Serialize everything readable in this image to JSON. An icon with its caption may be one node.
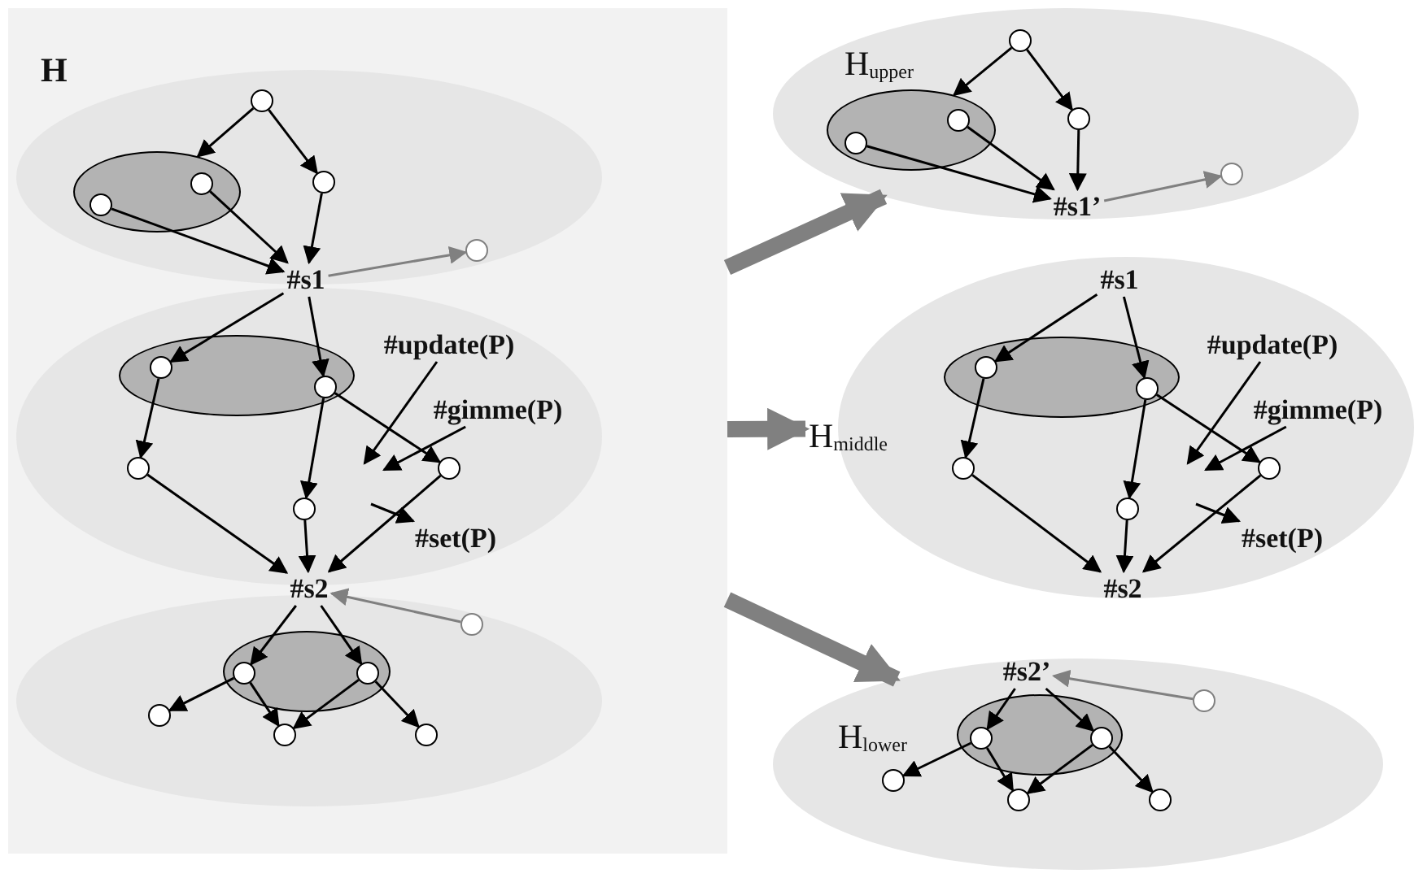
{
  "diagram": {
    "nodes": [
      {
        "text": [
          "H"
        ]
      },
      {
        "text": [],
        "shape": "ellipse",
        "in": 0
      },
      {
        "text": [],
        "shape": "circle",
        "in": 1
      },
      {
        "text": [],
        "shape": "ellipse",
        "in": 1
      },
      {
        "text": [],
        "shape": "circle",
        "in": 3
      },
      {
        "text": [],
        "shape": "circle",
        "in": 3
      },
      {
        "text": [],
        "shape": "circle",
        "in": 1
      },
      {
        "text": [
          "#s1"
        ],
        "in": 0
      },
      {
        "text": [],
        "shape": "circle",
        "in": 1
      },
      {
        "text": [],
        "shape": "ellipse",
        "in": 0
      },
      {
        "text": [],
        "shape": "ellipse",
        "in": 9
      },
      {
        "text": [],
        "shape": "circle",
        "in": 10
      },
      {
        "text": [],
        "shape": "circle",
        "in": 10
      },
      {
        "text": [
          "#update(P)"
        ],
        "in": 9
      },
      {
        "text": [
          "#gimme(P)"
        ],
        "in": 9
      },
      {
        "text": [],
        "shape": "circle",
        "in": 9
      },
      {
        "text": [],
        "shape": "circle",
        "in": 9
      },
      {
        "text": [],
        "shape": "circle",
        "in": 9
      },
      {
        "text": [
          "#set(P)"
        ],
        "in": 9
      },
      {
        "text": [
          "#s2"
        ],
        "in": 0
      },
      {
        "text": [],
        "shape": "ellipse",
        "in": 0
      },
      {
        "text": [],
        "shape": "circle",
        "in": 20
      },
      {
        "text": [],
        "shape": "ellipse",
        "in": 20
      },
      {
        "text": [],
        "shape": "circle",
        "in": 22
      },
      {
        "text": [],
        "shape": "circle",
        "in": 22
      },
      {
        "text": [],
        "shape": "circle",
        "in": 20
      },
      {
        "text": [],
        "shape": "circle",
        "in": 20
      },
      {
        "text": [],
        "shape": "circle",
        "in": 20
      },
      {
        "text": [
          "H$_{upper}$"
        ]
      },
      {
        "text": [],
        "shape": "circle",
        "in": 28
      },
      {
        "text": [],
        "shape": "ellipse",
        "in": 28
      },
      {
        "text": [],
        "shape": "circle",
        "in": 30
      },
      {
        "text": [],
        "shape": "circle",
        "in": 30
      },
      {
        "text": [],
        "shape": "circle",
        "in": 28
      },
      {
        "text": [
          "#s1’"
        ],
        "in": 28
      },
      {
        "text": [],
        "shape": "circle",
        "in": 28
      },
      {
        "text": [
          "H$_{middle}$"
        ]
      },
      {
        "text": [
          "#s1"
        ],
        "in": 36
      },
      {
        "text": [],
        "shape": "ellipse",
        "in": 36
      },
      {
        "text": [],
        "shape": "circle",
        "in": 38
      },
      {
        "text": [],
        "shape": "circle",
        "in": 38
      },
      {
        "text": [
          "#update(P)"
        ],
        "in": 36
      },
      {
        "text": [
          "#gimme(P)"
        ],
        "in": 36
      },
      {
        "text": [],
        "shape": "circle",
        "in": 36
      },
      {
        "text": [],
        "shape": "circle",
        "in": 36
      },
      {
        "text": [],
        "shape": "circle",
        "in": 36
      },
      {
        "text": [
          "#set(P)"
        ],
        "in": 36
      },
      {
        "text": [
          "#s2"
        ],
        "in": 36
      },
      {
        "text": [
          "H$_{lower}$"
        ]
      },
      {
        "text": [
          "#s2’"
        ],
        "in": 48
      },
      {
        "text": [],
        "shape": "circle",
        "in": 48
      },
      {
        "text": [],
        "shape": "ellipse",
        "in": 48
      },
      {
        "text": [],
        "shape": "circle",
        "in": 51
      },
      {
        "text": [],
        "shape": "circle",
        "in": 51
      },
      {
        "text": [],
        "shape": "circle",
        "in": 48
      },
      {
        "text": [],
        "shape": "circle",
        "in": 48
      },
      {
        "text": [],
        "shape": "circle",
        "in": 48
      }
    ],
    "edges": [
      {
        "from": 2,
        "to": 3,
        "arrow": "to"
      },
      {
        "from": 2,
        "to": 6,
        "arrow": "to"
      },
      {
        "from": 4,
        "to": 7,
        "arrow": "to"
      },
      {
        "from": 5,
        "to": 7,
        "arrow": "to"
      },
      {
        "from": 6,
        "to": 7,
        "arrow": "to"
      },
      {
        "from": 7,
        "to": 8,
        "arrow": "to",
        "color": "#808080"
      },
      {
        "from": 7,
        "to": 11,
        "arrow": "to"
      },
      {
        "from": 7,
        "to": 12,
        "arrow": "to"
      },
      {
        "from": 11,
        "to": 15,
        "arrow": "to"
      },
      {
        "from": 12,
        "to": 16,
        "arrow": "to"
      },
      {
        "from": 12,
        "to": 17,
        "arrow": "to"
      },
      {
        "from": 13,
        "to": null,
        "arrow": "to"
      },
      {
        "from": 14,
        "to": null,
        "arrow": "to"
      },
      {
        "from": null,
        "to": 18,
        "arrow": "to"
      },
      {
        "from": 15,
        "to": 19,
        "arrow": "to"
      },
      {
        "from": 16,
        "to": 19,
        "arrow": "to"
      },
      {
        "from": 17,
        "to": 19,
        "arrow": "to"
      },
      {
        "from": 21,
        "to": 19,
        "arrow": "to",
        "color": "#808080"
      },
      {
        "from": 19,
        "to": 23,
        "arrow": "to"
      },
      {
        "from": 19,
        "to": 24,
        "arrow": "to"
      },
      {
        "from": 23,
        "to": 25,
        "arrow": "to"
      },
      {
        "from": 23,
        "to": 26,
        "arrow": "to"
      },
      {
        "from": 24,
        "to": 26,
        "arrow": "to"
      },
      {
        "from": 24,
        "to": 27,
        "arrow": "to"
      },
      {
        "from": 0,
        "to": 28,
        "arrow": "to",
        "style": "thick",
        "color": "#808080"
      },
      {
        "from": 0,
        "to": 36,
        "arrow": "to",
        "style": "thick",
        "color": "#808080"
      },
      {
        "from": 0,
        "to": 48,
        "arrow": "to",
        "style": "thick",
        "color": "#808080"
      },
      {
        "from": 29,
        "to": 30,
        "arrow": "to"
      },
      {
        "from": 29,
        "to": 33,
        "arrow": "to"
      },
      {
        "from": 31,
        "to": 34,
        "arrow": "to"
      },
      {
        "from": 32,
        "to": 34,
        "arrow": "to"
      },
      {
        "from": 33,
        "to": 34,
        "arrow": "to"
      },
      {
        "from": 34,
        "to": 35,
        "arrow": "to",
        "color": "#808080"
      },
      {
        "from": 37,
        "to": 39,
        "arrow": "to"
      },
      {
        "from": 37,
        "to": 40,
        "arrow": "to"
      },
      {
        "from": 39,
        "to": 43,
        "arrow": "to"
      },
      {
        "from": 40,
        "to": 44,
        "arrow": "to"
      },
      {
        "from": 40,
        "to": 45,
        "arrow": "to"
      },
      {
        "from": 41,
        "to": null,
        "arrow": "to"
      },
      {
        "from": 42,
        "to": null,
        "arrow": "to"
      },
      {
        "from": null,
        "to": 46,
        "arrow": "to"
      },
      {
        "from": 43,
        "to": 47,
        "arrow": "to"
      },
      {
        "from": 44,
        "to": 47,
        "arrow": "to"
      },
      {
        "from": 45,
        "to": 47,
        "arrow": "to"
      },
      {
        "from": 50,
        "to": 49,
        "arrow": "to",
        "color": "#808080"
      },
      {
        "from": 49,
        "to": 52,
        "arrow": "to"
      },
      {
        "from": 49,
        "to": 53,
        "arrow": "to"
      },
      {
        "from": 52,
        "to": 54,
        "arrow": "to"
      },
      {
        "from": 52,
        "to": 55,
        "arrow": "to"
      },
      {
        "from": 53,
        "to": 55,
        "arrow": "to"
      },
      {
        "from": 53,
        "to": 56,
        "arrow": "to"
      }
    ]
  }
}
